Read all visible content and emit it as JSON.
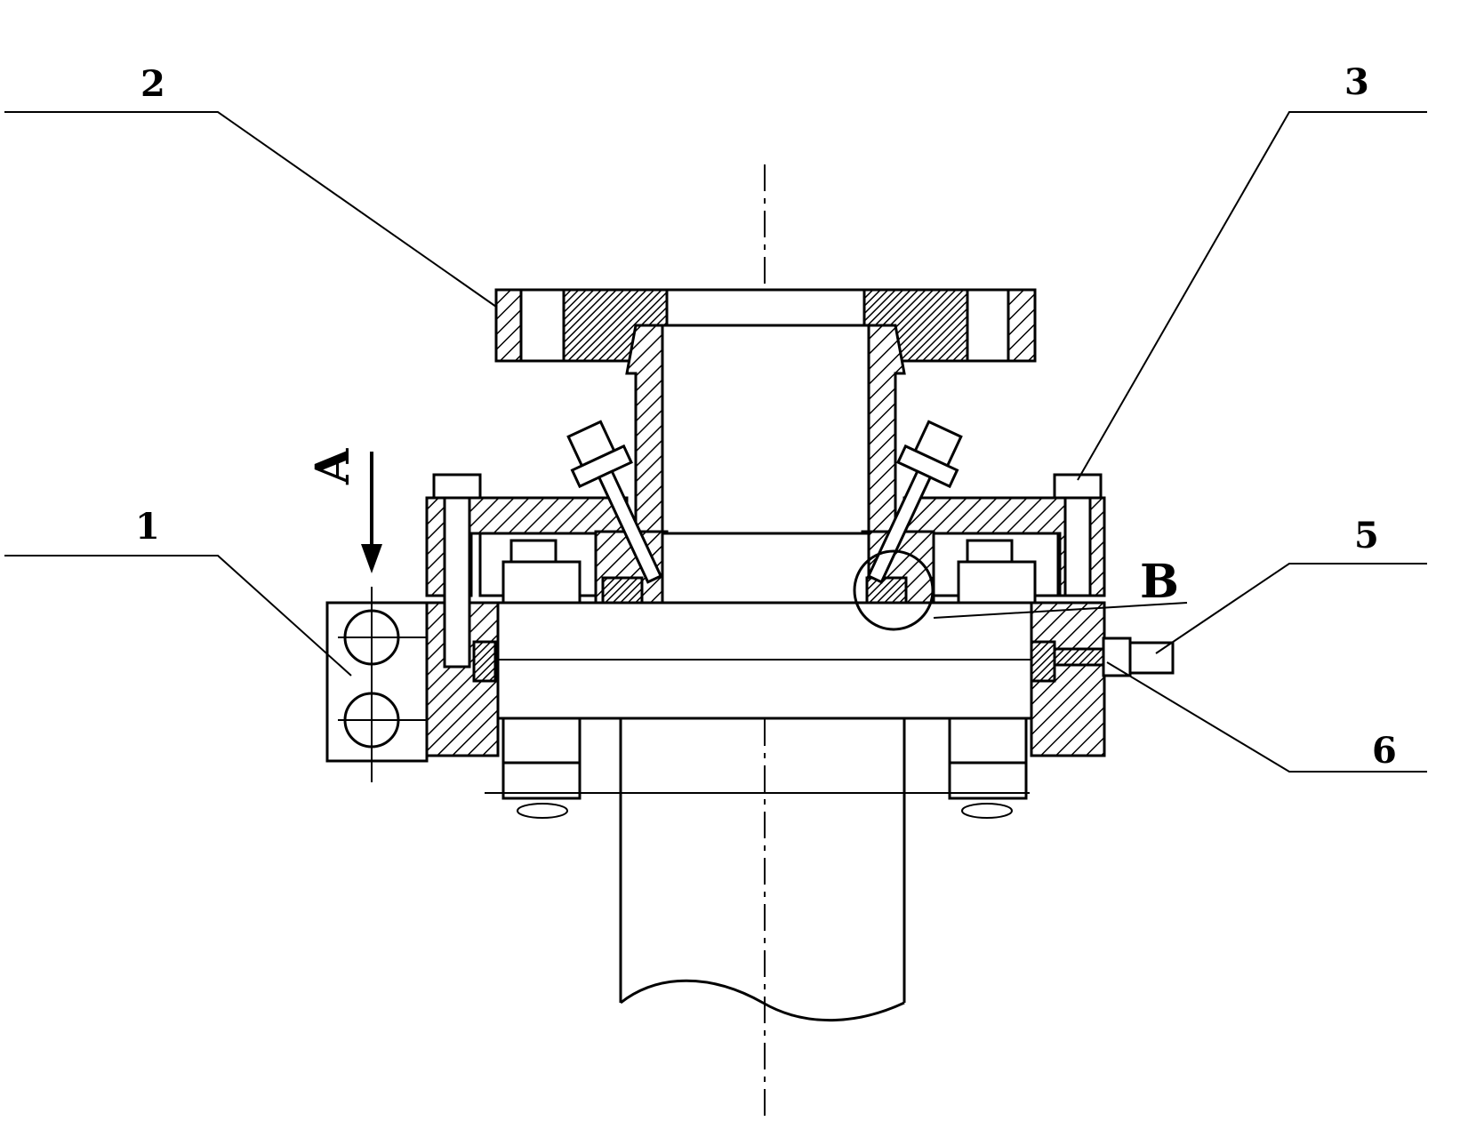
{
  "labels": {
    "part_1": "1",
    "part_2": "2",
    "part_3": "3",
    "part_5": "5",
    "part_6": "6",
    "view_a": "A",
    "detail_b": "B"
  }
}
